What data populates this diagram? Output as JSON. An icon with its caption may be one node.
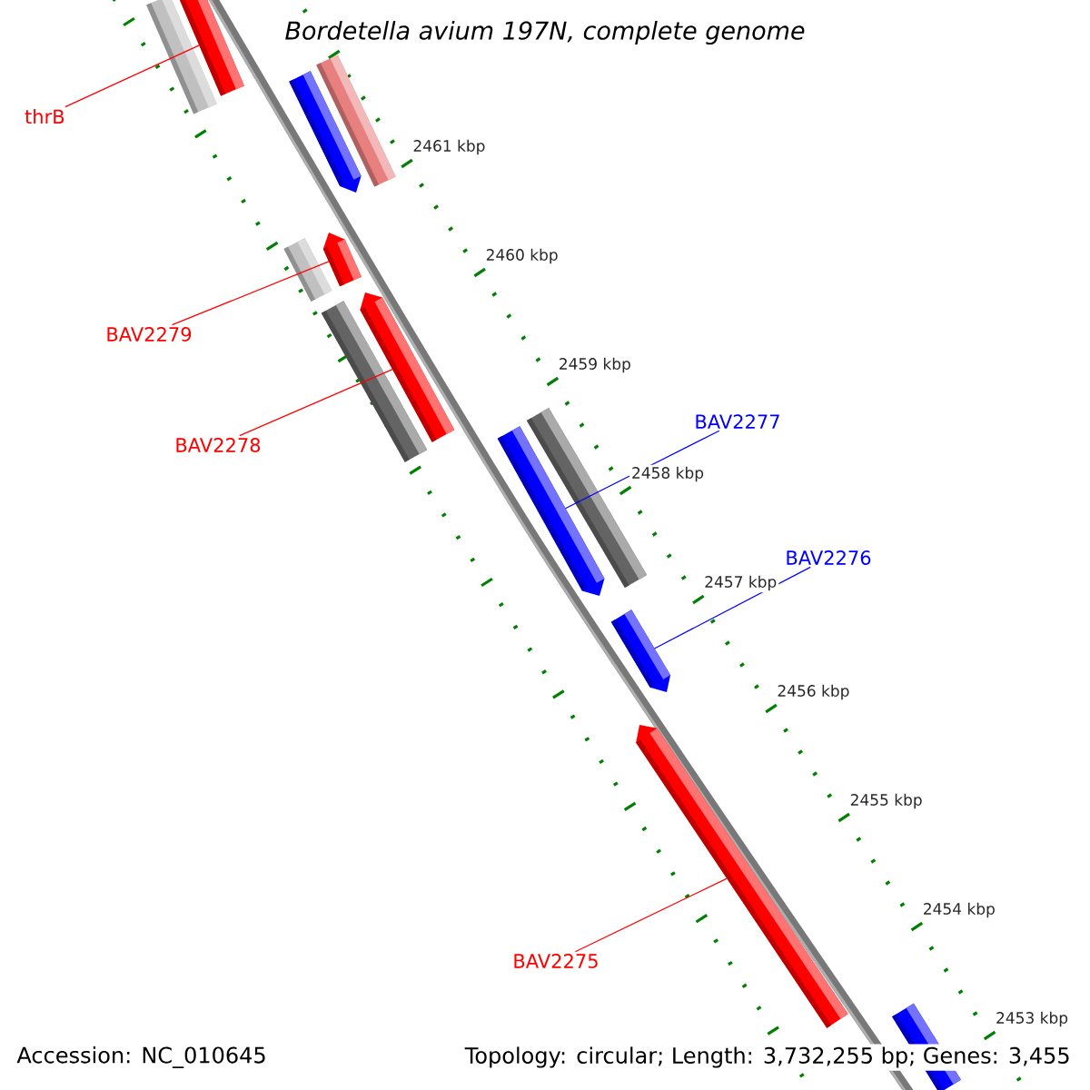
{
  "diagram": {
    "title": "Bordetella avium 197N, complete genome",
    "nodes": [
      {
        "text": [
          "thrB"
        ]
      },
      {
        "text": [],
        "shape": "bar"
      },
      {
        "text": [
          "BAV2279"
        ]
      },
      {
        "text": [],
        "shape": "bar"
      },
      {
        "text": [
          "BAV2278"
        ]
      },
      {
        "text": [],
        "shape": "bar"
      },
      {
        "text": [
          "BAV2277"
        ]
      },
      {
        "text": [],
        "shape": "bar"
      },
      {
        "text": [
          "BAV2276"
        ]
      },
      {
        "text": [],
        "shape": "bar"
      },
      {
        "text": [
          "BAV2275"
        ]
      },
      {
        "text": [],
        "shape": "bar"
      },
      {
        "text": [],
        "shape": "bar"
      },
      {
        "text": [],
        "shape": "bar"
      },
      {
        "text": [],
        "shape": "bar"
      },
      {
        "text": [],
        "shape": "bar"
      },
      {
        "text": [],
        "shape": "bar"
      },
      {
        "text": [],
        "shape": "bar"
      },
      {
        "text": [],
        "shape": "bar"
      }
    ],
    "edges": [
      {
        "from": 0,
        "to": 1,
        "arrow": "none"
      },
      {
        "from": 2,
        "to": 3,
        "arrow": "none"
      },
      {
        "from": 4,
        "to": 5,
        "arrow": "none"
      },
      {
        "from": 6,
        "to": 7,
        "arrow": "none",
        "color": "#0000ff"
      },
      {
        "from": 8,
        "to": 9,
        "arrow": "none",
        "color": "#0000ff"
      },
      {
        "from": 10,
        "to": 11,
        "arrow": "none"
      }
    ],
    "labels": [
      "2461 kbp",
      "2460 kbp",
      "2459 kbp",
      "2458 kbp",
      "2457 kbp",
      "2456 kbp",
      "2455 kbp",
      "2454 kbp",
      "2453 kbp",
      "Accession: NC_010645",
      "Topology: circular; Length: 3,732,255 bp; Genes: 3,455"
    ]
  }
}
